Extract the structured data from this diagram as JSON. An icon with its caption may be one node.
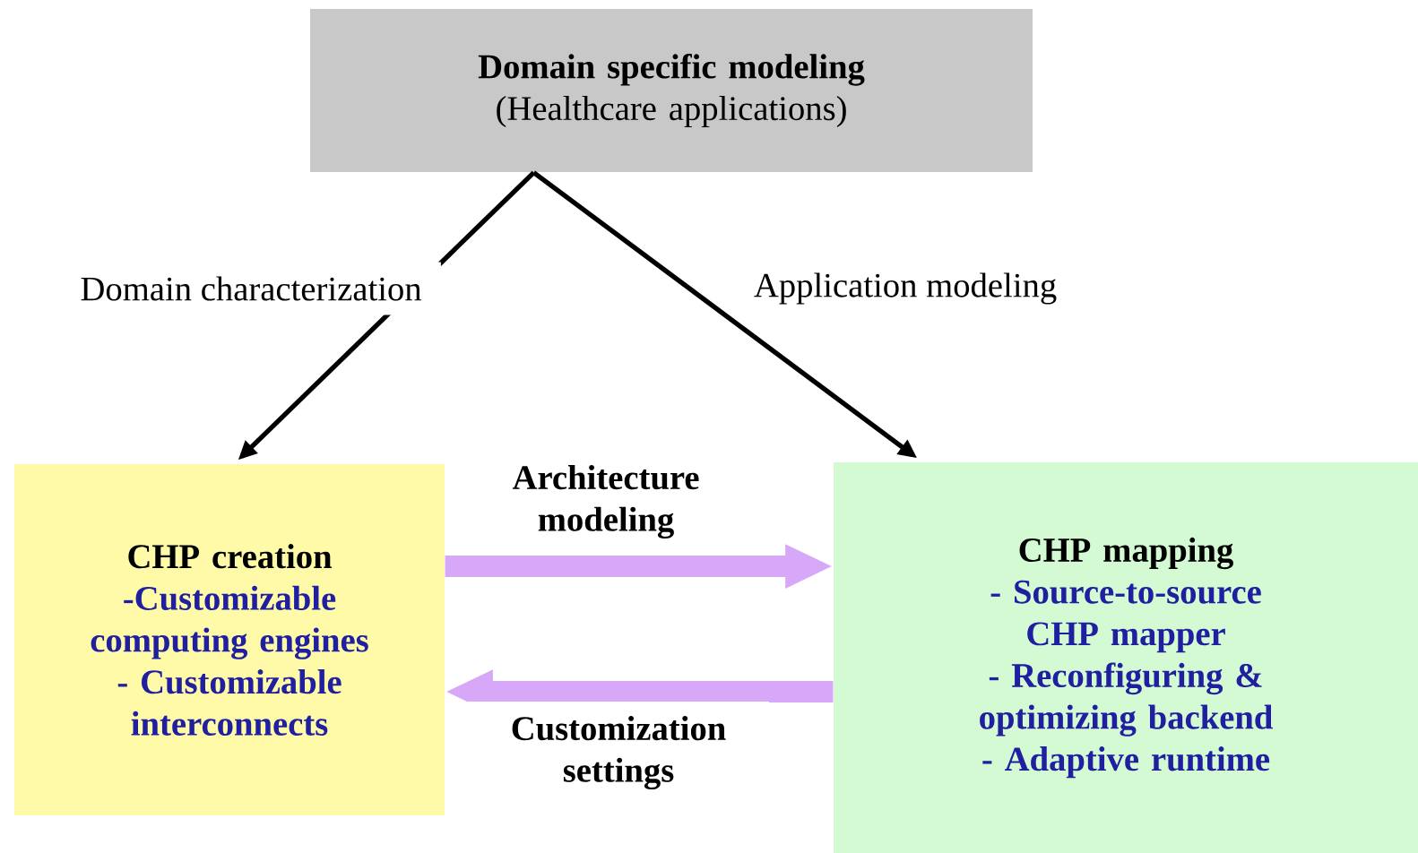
{
  "diagram": {
    "nodes": [
      {
        "text": [
          "Domain specific modeling",
          "(Healthcare applications)"
        ]
      },
      {
        "text": [
          "CHP creation",
          "-Customizable computing engines",
          "- Customizable interconnects"
        ]
      },
      {
        "text": [
          "CHP mapping",
          "- Source-to-source CHP mapper",
          "- Reconfiguring & optimizing backend",
          "- Adaptive runtime"
        ]
      }
    ],
    "edges": [
      {
        "from": 0,
        "to": 1,
        "arrow": "to",
        "label": "Domain characterization"
      },
      {
        "from": 0,
        "to": 2,
        "arrow": "to",
        "label": "Application modeling"
      },
      {
        "from": 1,
        "to": 2,
        "arrow": "to",
        "label": "Architecture modeling",
        "style": "thick",
        "color": "#d8a8f8"
      },
      {
        "from": 2,
        "to": 1,
        "arrow": "to",
        "label": "Customization settings",
        "style": "thick",
        "color": "#d8a8f8"
      }
    ]
  }
}
